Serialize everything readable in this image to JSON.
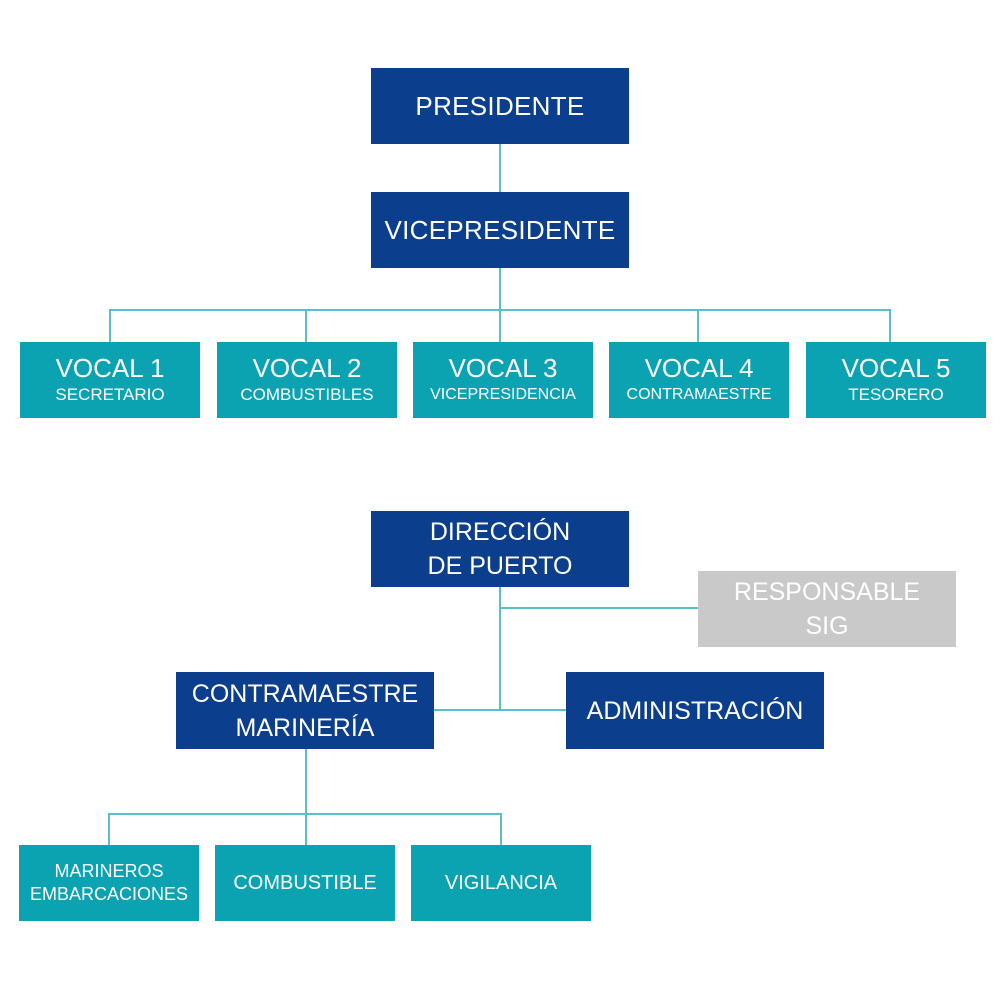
{
  "board": {
    "president": "PRESIDENTE",
    "vice_president": "VICEPRESIDENTE",
    "vocals": [
      {
        "title": "VOCAL 1",
        "role": "SECRETARIO"
      },
      {
        "title": "VOCAL 2",
        "role": "COMBUSTIBLES"
      },
      {
        "title": "VOCAL 3",
        "role": "VICEPRESIDENCIA"
      },
      {
        "title": "VOCAL 4",
        "role": "CONTRAMAESTRE"
      },
      {
        "title": "VOCAL 5",
        "role": "TESORERO"
      }
    ]
  },
  "port": {
    "direction": [
      "DIRECCIÓN",
      "DE PUERTO"
    ],
    "sig": [
      "RESPONSABLE",
      "SIG"
    ],
    "boatswain": [
      "CONTRAMAESTRE",
      "MARINERÍA"
    ],
    "administration": "ADMINISTRACIÓN",
    "teams": {
      "sailors": [
        "MARINEROS",
        "EMBARCACIONES"
      ],
      "fuel": "COMBUSTIBLE",
      "security": "VIGILANCIA"
    }
  },
  "colors": {
    "navy": "#0c3e8e",
    "teal": "#0ba2b2",
    "gray": "#c9c9c9",
    "connector": "#5bbfca"
  }
}
